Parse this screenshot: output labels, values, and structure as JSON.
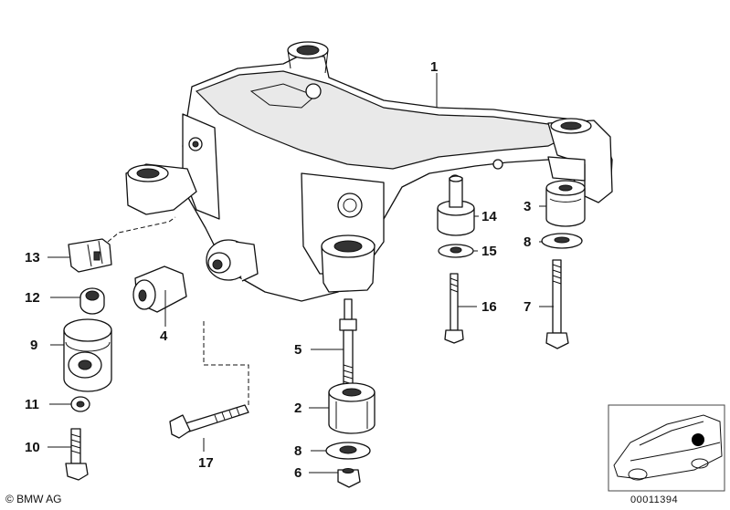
{
  "callouts": {
    "c1": "1",
    "c2": "2",
    "c3": "3",
    "c4": "4",
    "c5": "5",
    "c6": "6",
    "c7": "7",
    "c8a": "8",
    "c8b": "8",
    "c9": "9",
    "c10": "10",
    "c11": "11",
    "c12": "12",
    "c13": "13",
    "c14": "14",
    "c15": "15",
    "c16": "16",
    "c17": "17"
  },
  "footer": {
    "copyright": "© BMW AG",
    "document_number": "00011394"
  }
}
